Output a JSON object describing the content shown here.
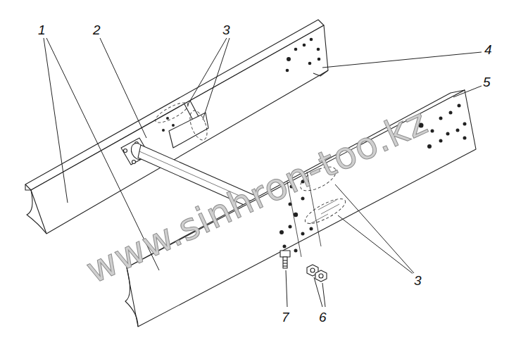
{
  "diagram": {
    "labels": [
      "1",
      "2",
      "3",
      "4",
      "5",
      "3",
      "7",
      "6",
      "www.sinhron-too.kz"
    ]
  }
}
